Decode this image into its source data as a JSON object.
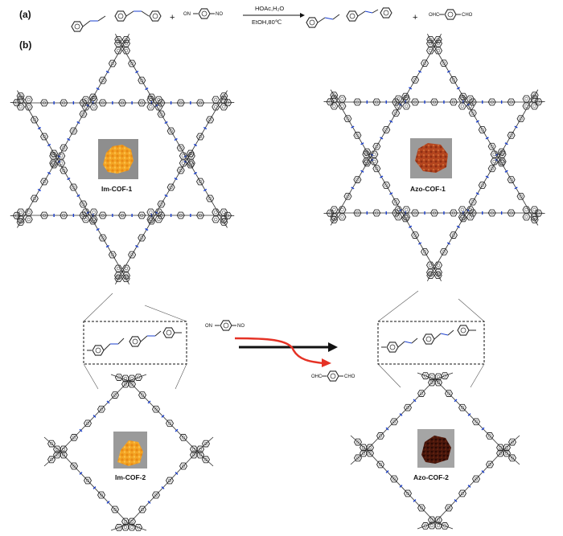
{
  "panel_a": {
    "label": "(a)",
    "condition_top": "HOAc,H₂O",
    "condition_bottom": "EtOH,80℃",
    "plus": "+",
    "small_labels": {
      "on": "ON",
      "no": "NO",
      "ohc": "OHC",
      "cho": "CHO"
    }
  },
  "panel_b": {
    "label": "(b)",
    "samples": {
      "im_cof_1": "Im-COF-1",
      "azo_cof_1": "Azo-COF-1",
      "im_cof_2": "Im-COF-2",
      "azo_cof_2": "Azo-COF-2"
    },
    "center_labels": {
      "on": "ON",
      "no": "NO",
      "ohc": "OHC",
      "cho": "CHO"
    }
  },
  "colors": {
    "bond": "#2a2a2a",
    "imine_n": "#1a3fd1",
    "arrow_red": "#e53225",
    "im_powder": "#f0a020",
    "azo1_powder": "#b24420",
    "azo2_powder": "#3a1208"
  }
}
